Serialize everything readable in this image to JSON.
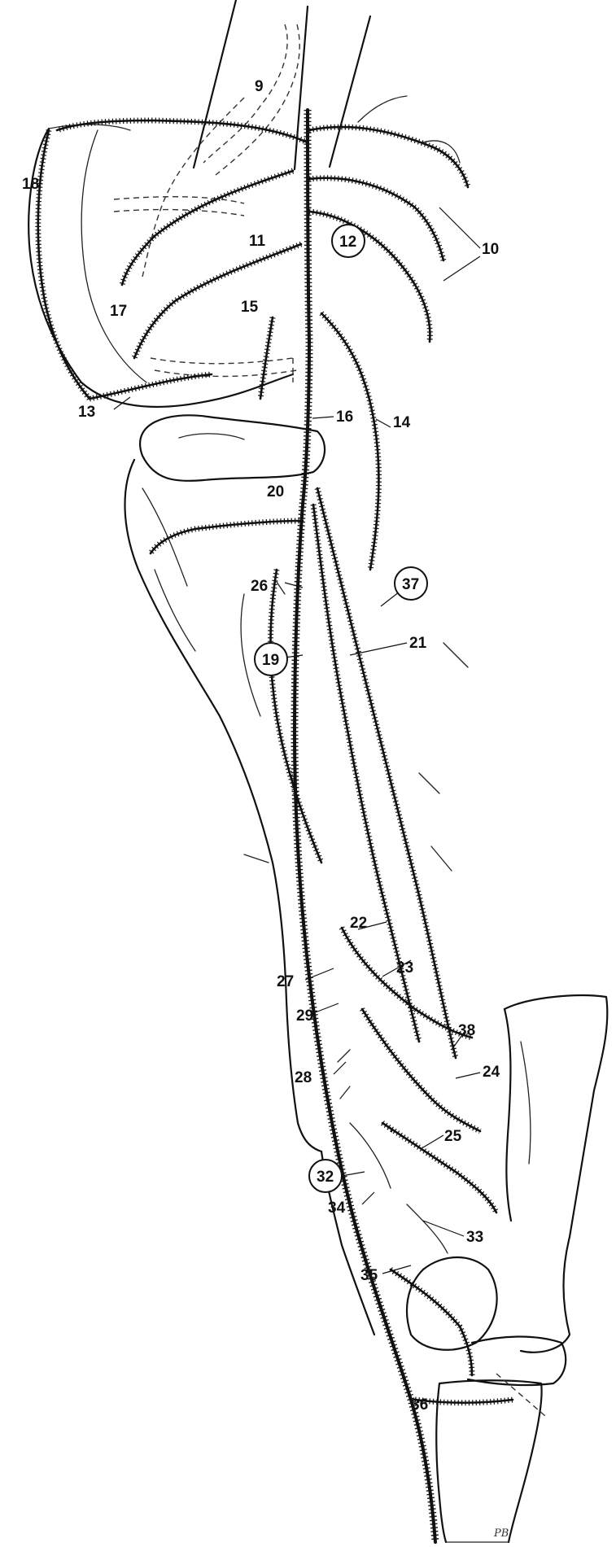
{
  "labels": {
    "l9": "9",
    "l10": "10",
    "l11": "11",
    "l12": "12",
    "l13": "13",
    "l14": "14",
    "l15": "15",
    "l16": "16",
    "l17": "17",
    "l18": "18",
    "l19": "19",
    "l20": "20",
    "l21": "21",
    "l22": "22",
    "l23": "23",
    "l24": "24",
    "l25": "25",
    "l26": "26",
    "l27": "27",
    "l28": "28",
    "l29": "29",
    "l32": "32",
    "l33": "33",
    "l34": "34",
    "l35": "35",
    "l36": "36",
    "l37": "37",
    "l38": "38"
  },
  "signature": "PB",
  "colors": {
    "ink": "#111111",
    "paper": "#ffffff"
  }
}
